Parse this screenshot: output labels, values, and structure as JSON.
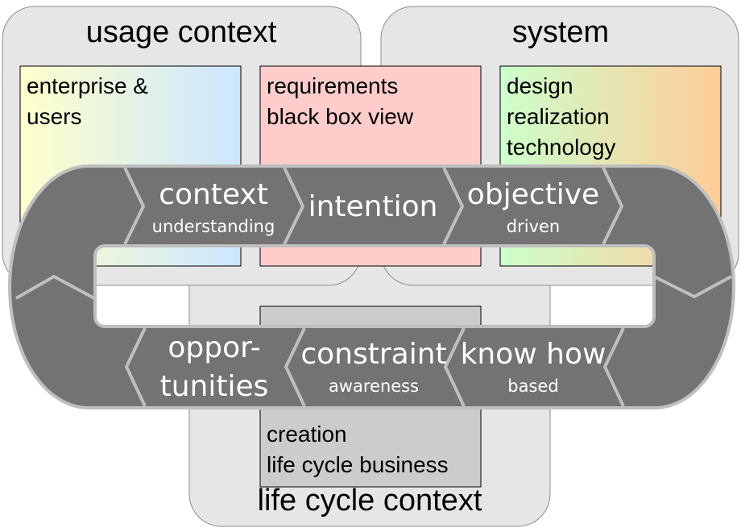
{
  "panels": {
    "usage": {
      "title": "usage context"
    },
    "system": {
      "title": "system"
    },
    "lifecycle": {
      "title": "life cycle context"
    }
  },
  "boxes": {
    "enterprise": {
      "lines": [
        "enterprise &",
        "users"
      ]
    },
    "requirements": {
      "lines": [
        "requirements",
        "black box view"
      ]
    },
    "design": {
      "lines": [
        "design",
        "realization",
        "technology"
      ]
    },
    "creation": {
      "lines": [
        "creation",
        "life cycle business"
      ]
    }
  },
  "loop": {
    "top": [
      {
        "main": "context",
        "sub": "understanding"
      },
      {
        "main": "intention",
        "sub": ""
      },
      {
        "main": "objective",
        "sub": "driven"
      }
    ],
    "bottom": [
      {
        "main_lines": [
          "oppor-",
          "tunities"
        ],
        "sub": ""
      },
      {
        "main": "constraint",
        "sub": "awareness"
      },
      {
        "main": "know how",
        "sub": "based"
      }
    ]
  },
  "colors": {
    "panel_fill": "#e6e6e6",
    "panel_stroke": "#8c8c8c",
    "loop_fill": "#737373",
    "loop_stroke": "#bfbfbf",
    "requirements_fill": "#ffcccc",
    "creation_fill": "#cccccc",
    "enterprise_gradient": [
      "#ffffcc",
      "#cce6ff"
    ],
    "design_gradient": [
      "#ccffcc",
      "#ffcc99"
    ]
  }
}
